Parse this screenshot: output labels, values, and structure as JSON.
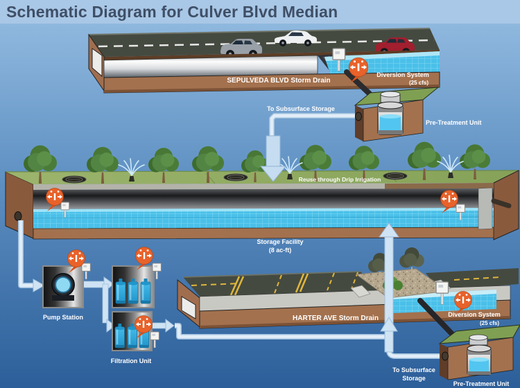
{
  "title": "Schematic Diagram for Culver Blvd Median",
  "labels": {
    "sepulveda_drain": "SEPULVEDA BLVD Storm Drain",
    "diversion_top": "Diversion System",
    "diversion_top_capacity": "(25 cfs)",
    "pretreatment_top": "Pre-Treatment Unit",
    "to_subsurface_top": "To Subsurface Storage",
    "reuse": "Reuse through Drip Irrigation",
    "storage_facility": "Storage Facility",
    "storage_capacity": "(8 ac-ft)",
    "pump_station": "Pump Station",
    "filtration_unit": "Filtration Unit",
    "harter_drain": "HARTER AVE Storm Drain",
    "diversion_bottom": "Diversion System",
    "diversion_bottom_capacity": "(25 cfs)",
    "to_subsurface_bottom_line1": "To Subsurface",
    "to_subsurface_bottom_line2": "Storage",
    "pretreatment_bottom": "Pre-Treatment Unit"
  },
  "icons": {
    "flow_meter": "flow-meter-callout",
    "sensor": "monitoring-sensor",
    "tree": "tree",
    "sprinkler": "sprinkler-spray",
    "manhole": "manhole-cover"
  },
  "colors": {
    "header_bg": "#a9c7e6",
    "header_text": "#3f4f66",
    "sky_top": "#8fb8de",
    "sky_bottom": "#2c5e99",
    "water": "#4ac0e9",
    "pipe_arrow": "#cfe3f4",
    "asphalt": "#454a40",
    "soil_brown": "#a3714e",
    "grass_green": "#93ad62",
    "callout_orange": "#e8622a",
    "tank_blue": "#2ba7e0",
    "lane_yellow": "#e0b63c"
  }
}
